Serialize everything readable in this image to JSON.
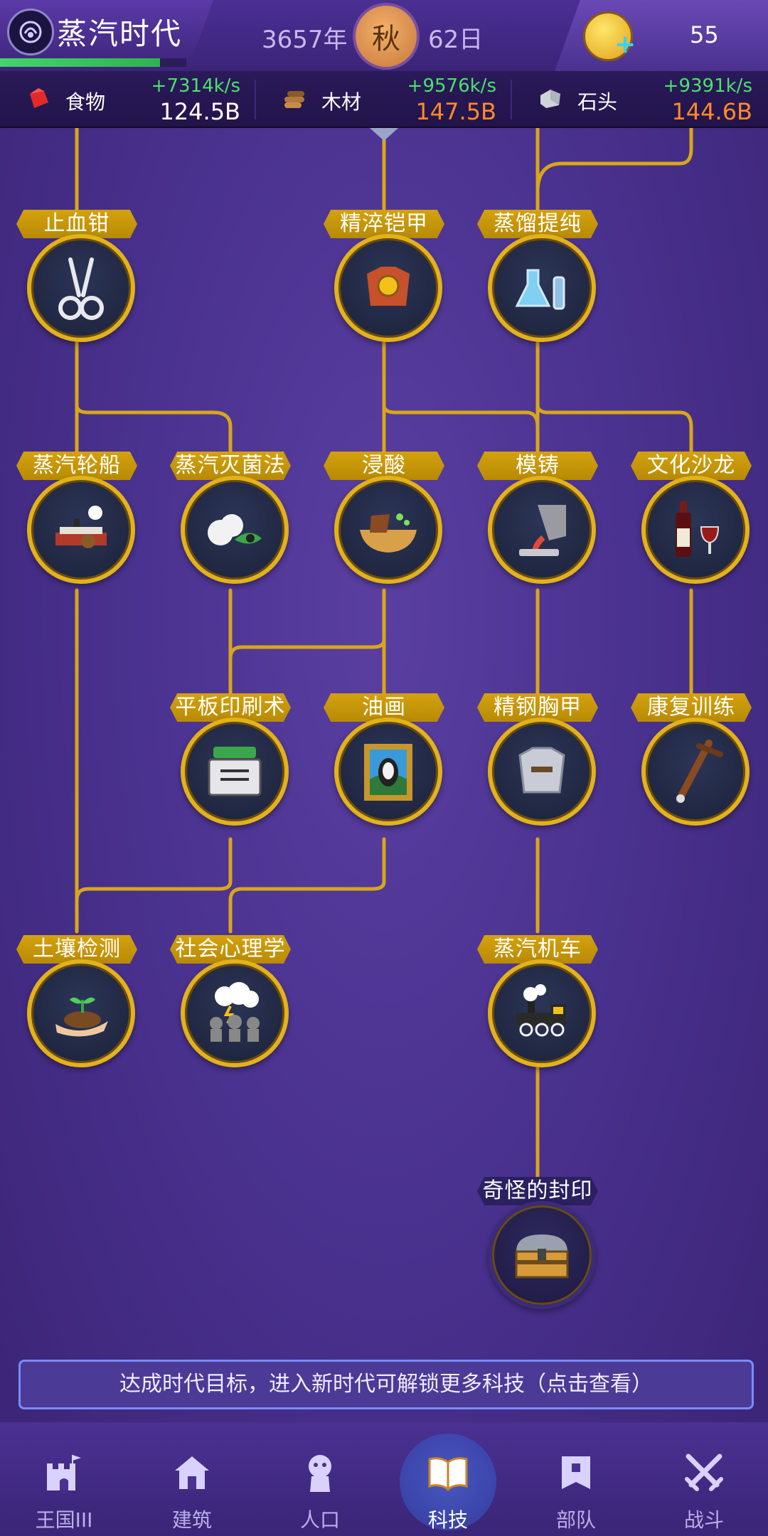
{
  "header": {
    "era_title": "蒸汽时代",
    "era_progress": 0.86,
    "year": "3657年",
    "season": "秋",
    "day": "62日",
    "coins": "55"
  },
  "resources": [
    {
      "label": "食物",
      "rate": "+7314k/s",
      "total": "124.5B",
      "icon": "food-icon"
    },
    {
      "label": "木材",
      "rate": "+9576k/s",
      "total": "147.5B",
      "icon": "wood-icon"
    },
    {
      "label": "石头",
      "rate": "+9391k/s",
      "total": "144.6B",
      "icon": "stone-icon"
    }
  ],
  "tree": {
    "nodes": [
      {
        "id": "hemostat",
        "label": "止血钳",
        "icon": "hemostat-icon"
      },
      {
        "id": "refined_armor",
        "label": "精淬铠甲",
        "icon": "armor-icon"
      },
      {
        "id": "distillation",
        "label": "蒸馏提纯",
        "icon": "flask-icon"
      },
      {
        "id": "steamship",
        "label": "蒸汽轮船",
        "icon": "steamship-icon"
      },
      {
        "id": "steam_sterilization",
        "label": "蒸汽灭菌法",
        "icon": "sterilization-icon"
      },
      {
        "id": "acid_leaching",
        "label": "浸酸",
        "icon": "acid-bowl-icon"
      },
      {
        "id": "casting",
        "label": "模铸",
        "icon": "casting-icon"
      },
      {
        "id": "culture_salon",
        "label": "文化沙龙",
        "icon": "wine-icon"
      },
      {
        "id": "lithography",
        "label": "平板印刷术",
        "icon": "printing-press-icon"
      },
      {
        "id": "oil_painting",
        "label": "油画",
        "icon": "painting-icon"
      },
      {
        "id": "steel_breastplate",
        "label": "精钢胸甲",
        "icon": "breastplate-icon"
      },
      {
        "id": "rehab_training",
        "label": "康复训练",
        "icon": "crutch-icon"
      },
      {
        "id": "soil_testing",
        "label": "土壤检测",
        "icon": "sprout-icon"
      },
      {
        "id": "social_psychology",
        "label": "社会心理学",
        "icon": "crowd-icon"
      },
      {
        "id": "steam_locomotive",
        "label": "蒸汽机车",
        "icon": "locomotive-icon"
      },
      {
        "id": "strange_seal",
        "label": "奇怪的封印",
        "icon": "treasure-chest-icon"
      }
    ]
  },
  "notice": "达成时代目标，进入新时代可解锁更多科技（点击查看）",
  "nav": [
    {
      "label": "王国III",
      "icon": "castle-icon",
      "active": false
    },
    {
      "label": "建筑",
      "icon": "house-icon",
      "active": false
    },
    {
      "label": "人口",
      "icon": "person-icon",
      "active": false
    },
    {
      "label": "科技",
      "icon": "book-icon",
      "active": true
    },
    {
      "label": "部队",
      "icon": "banner-icon",
      "active": false
    },
    {
      "label": "战斗",
      "icon": "crossed-swords-icon",
      "active": false
    }
  ],
  "colors": {
    "accent_gold": "#e2b21a",
    "rate_green": "#4de06a",
    "total_orange": "#ff8a2a",
    "bg_purple": "#4a3290"
  }
}
